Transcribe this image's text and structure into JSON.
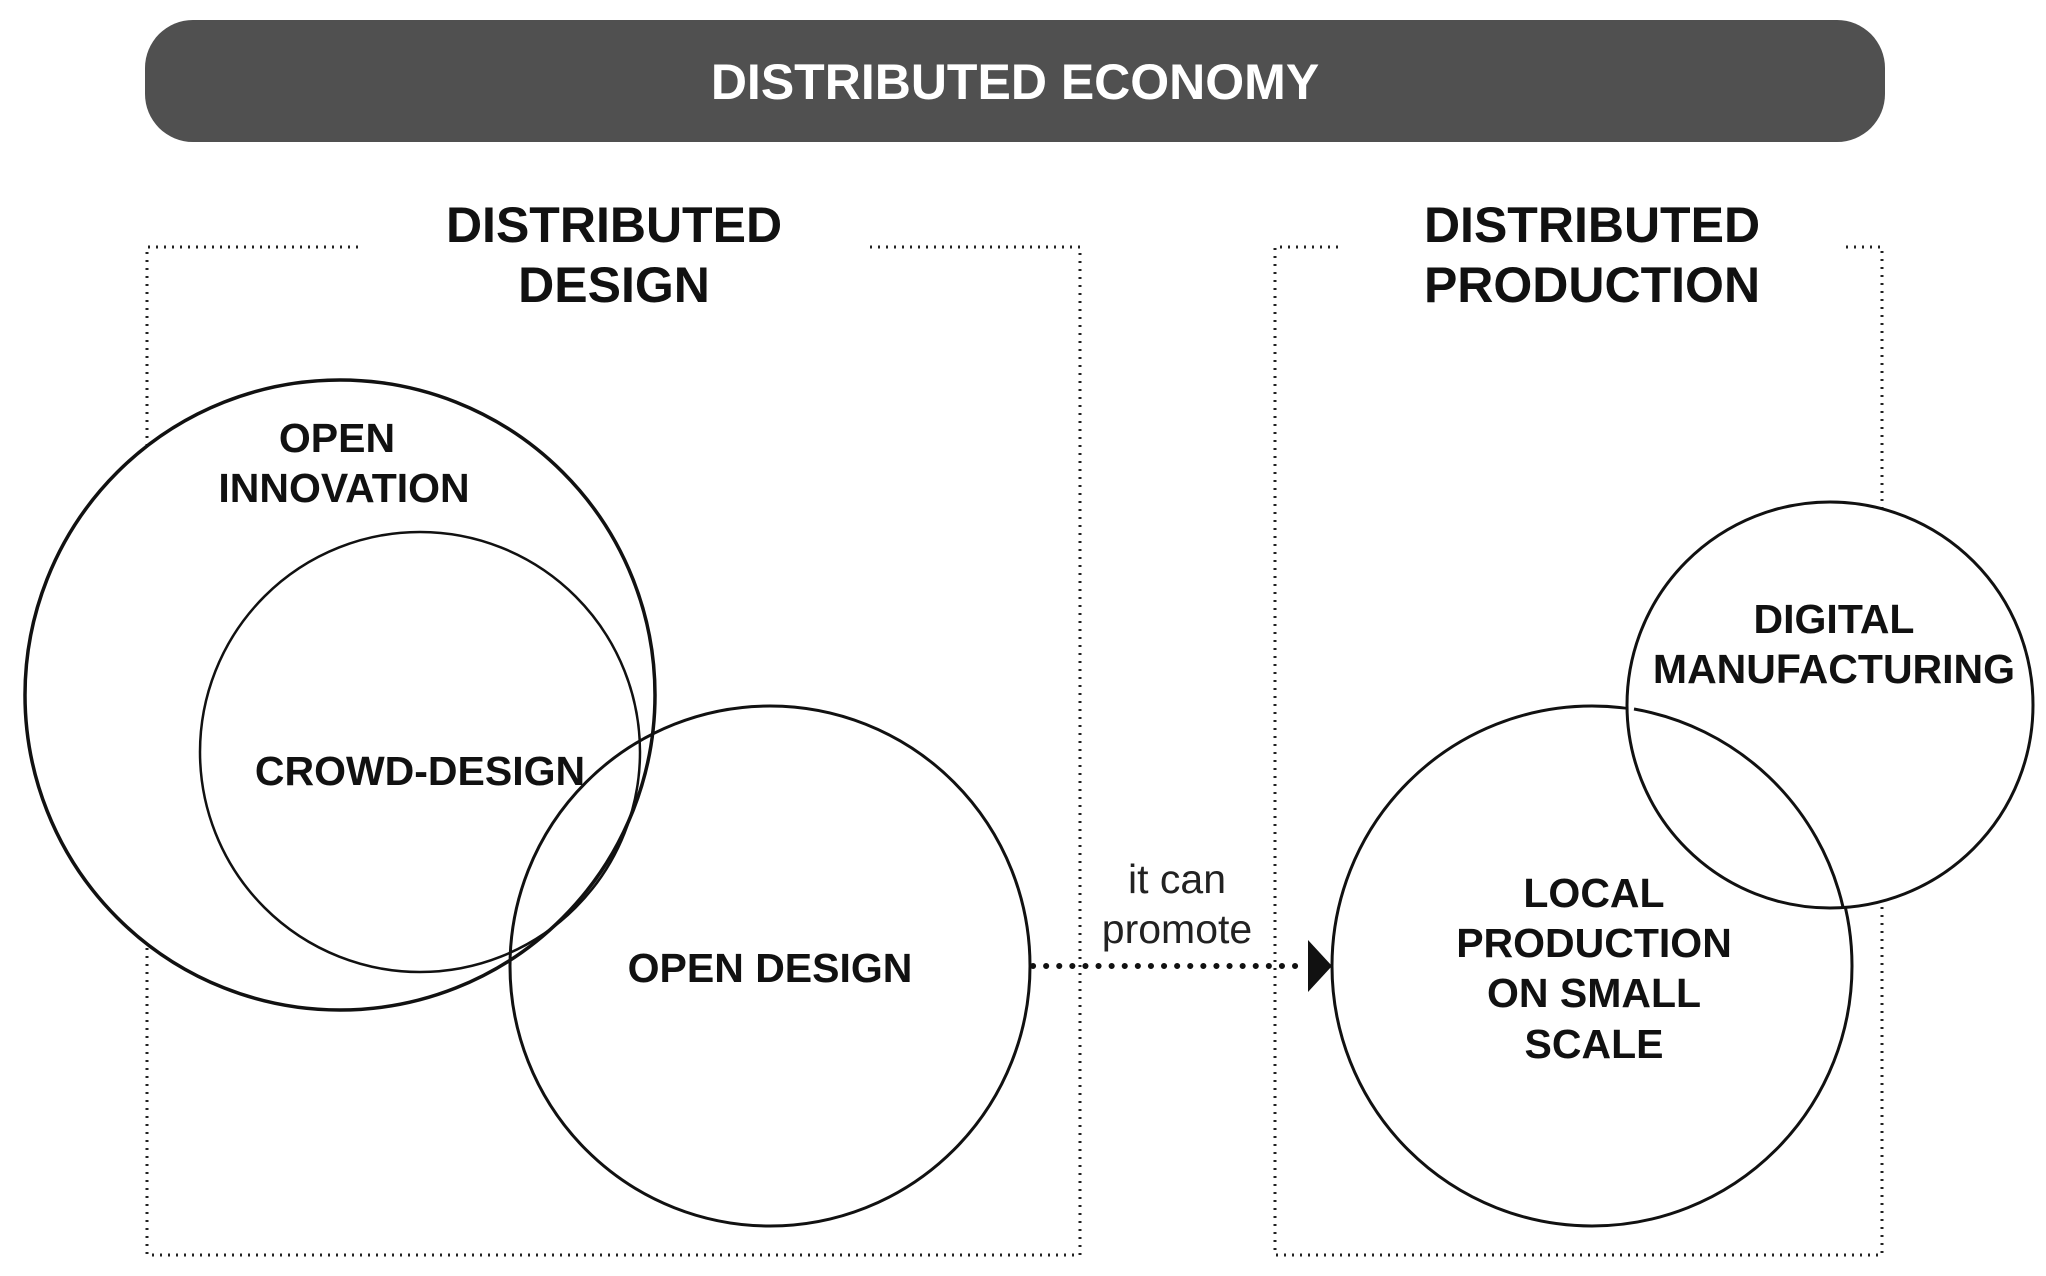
{
  "banner": {
    "title": "DISTRIBUTED ECONOMY",
    "background_color": "#505050",
    "text_color": "#ffffff"
  },
  "sections": {
    "design": {
      "title_line1": "DISTRIBUTED",
      "title_line2": "DESIGN"
    },
    "production": {
      "title_line1": "DISTRIBUTED",
      "title_line2": "PRODUCTION"
    }
  },
  "circles": {
    "open_innovation": {
      "line1": "OPEN",
      "line2": "INNOVATION"
    },
    "crowd_design": {
      "label": "CROWD-DESIGN"
    },
    "open_design": {
      "label": "OPEN DESIGN"
    },
    "digital_manufacturing": {
      "line1": "DIGITAL",
      "line2": "MANUFACTURING"
    },
    "local_production": {
      "line1": "LOCAL",
      "line2": "PRODUCTION",
      "line3": "ON SMALL",
      "line4": "SCALE"
    }
  },
  "relation": {
    "label_line1": "it can",
    "label_line2": "promote"
  }
}
